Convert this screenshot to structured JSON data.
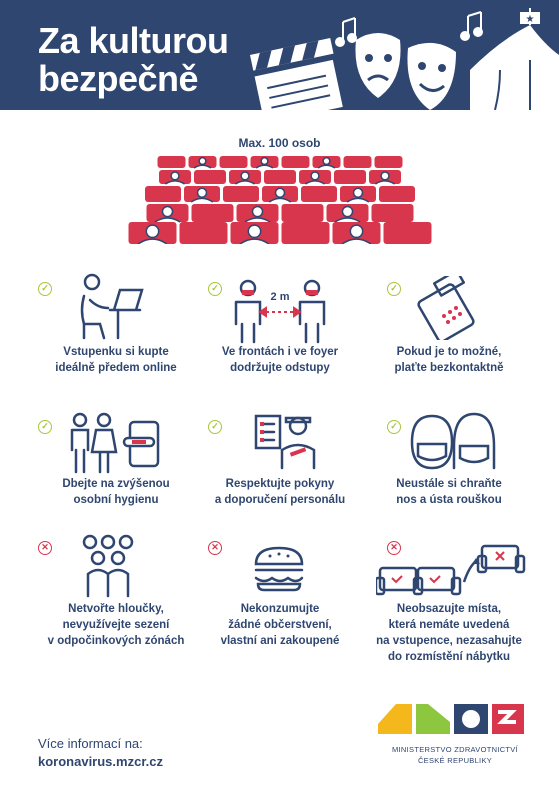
{
  "header": {
    "title_line1": "Za kulturou",
    "title_line2": "bezpečně"
  },
  "capacity": "Max. 100 osob",
  "colors": {
    "navy": "#2f4670",
    "red": "#d8364c",
    "green": "#a8c63b"
  },
  "rules": [
    {
      "status": "ok",
      "icon": "laptop-icon",
      "line1": "Vstupenku si kupte",
      "line2": "ideálně předem online",
      "line3": ""
    },
    {
      "status": "ok",
      "icon": "distance-icon",
      "distance": "2 m",
      "line1": "Ve frontách i ve foyer",
      "line2": "dodržujte odstupy",
      "line3": ""
    },
    {
      "status": "ok",
      "icon": "card-terminal-icon",
      "line1": "Pokud je to možné,",
      "line2": "plaťte bezkontaktně",
      "line3": ""
    },
    {
      "status": "ok",
      "icon": "hygiene-icon",
      "line1": "Dbejte na zvýšenou",
      "line2": "osobní hygienu",
      "line3": ""
    },
    {
      "status": "ok",
      "icon": "staff-icon",
      "line1": "Respektujte pokyny",
      "line2": "a doporučení personálu",
      "line3": ""
    },
    {
      "status": "ok",
      "icon": "face-mask-icon",
      "line1": "Neustále si chraňte",
      "line2": "nos a ústa rouškou",
      "line3": ""
    },
    {
      "status": "no",
      "icon": "crowd-icon",
      "line1": "Netvořte hloučky,",
      "line2": "nevyužívejte sezení",
      "line3": "v odpočinkových zónách"
    },
    {
      "status": "no",
      "icon": "burger-icon",
      "line1": "Nekonzumujte",
      "line2": "žádné občerstvení,",
      "line3": "vlastní ani zakoupené"
    },
    {
      "status": "no",
      "icon": "seats-icon",
      "line1": "Neobsazujte místa,",
      "line2": "která nemáte uvedená",
      "line3": "na vstupence, nezasahujte",
      "line4": "do rozmístění nábytku"
    }
  ],
  "footer": {
    "more_info": "Více informací na:",
    "url": "koronavirus.mzcr.cz",
    "ministry_line1": "MINISTERSTVO ZDRAVOTNICTVÍ",
    "ministry_line2": "ČESKÉ REPUBLIKY"
  }
}
